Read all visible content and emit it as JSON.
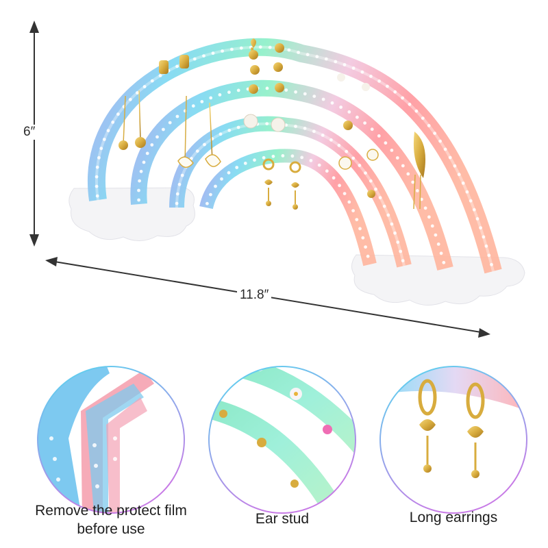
{
  "dimensions": {
    "height": "6″",
    "width": "11.8″"
  },
  "details": [
    {
      "caption": "Remove the protect film\nbefore use",
      "icon": "protective-film-corner"
    },
    {
      "caption": "Ear stud",
      "icon": "ear-stud-rows"
    },
    {
      "caption": "Long earrings",
      "icon": "long-earrings-hoops"
    }
  ],
  "colors": {
    "iridescent": [
      "#a9a6f0",
      "#7fd9f2",
      "#8ff0c8",
      "#f3c7df",
      "#ff9aa0"
    ],
    "gold": "#d8ac3e",
    "film_blue": "#6fc3ee",
    "film_pink": "#f59cab",
    "ring_gradient": [
      "#55d8f0",
      "#c77be6"
    ]
  }
}
